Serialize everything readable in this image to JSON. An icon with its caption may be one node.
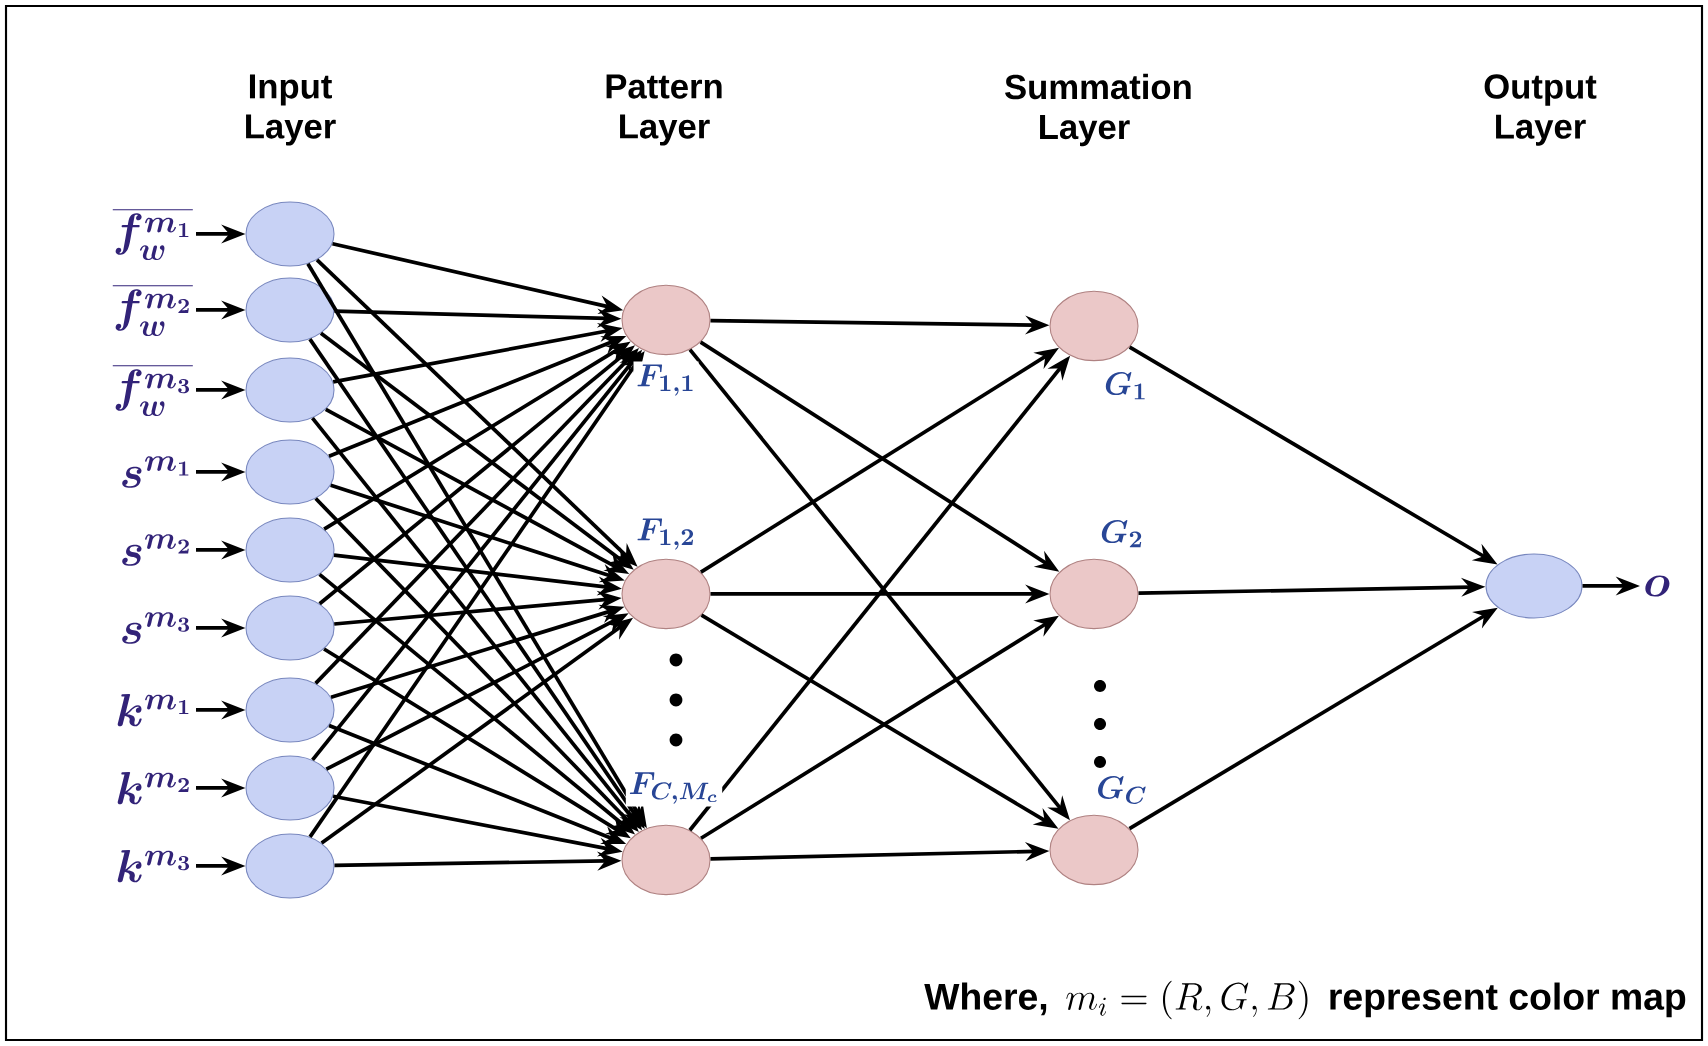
{
  "diagram": {
    "nodes": [
      {
        "text": [
          "\\overline{f_w^{m_1}}"
        ]
      },
      {
        "text": [
          "\\overline{f_w^{m_2}}"
        ]
      },
      {
        "text": [
          "\\overline{f_w^{m_3}}"
        ]
      },
      {
        "text": [
          "s^{m_1}"
        ]
      },
      {
        "text": [
          "s^{m_2}"
        ]
      },
      {
        "text": [
          "s^{m_3}"
        ]
      },
      {
        "text": [
          "k^{m_1}"
        ]
      },
      {
        "text": [
          "k^{m_2}"
        ]
      },
      {
        "text": [
          "k^{m_3}"
        ]
      },
      {
        "text": [],
        "shape": "circle"
      },
      {
        "text": [],
        "shape": "circle"
      },
      {
        "text": [],
        "shape": "circle"
      },
      {
        "text": [],
        "shape": "circle"
      },
      {
        "text": [],
        "shape": "circle"
      },
      {
        "text": [],
        "shape": "circle"
      },
      {
        "text": [],
        "shape": "circle"
      },
      {
        "text": [],
        "shape": "circle"
      },
      {
        "text": [],
        "shape": "circle"
      },
      {
        "text": [],
        "shape": "circle",
        "beside": [
          "F_{1,1}"
        ]
      },
      {
        "text": [],
        "shape": "circle",
        "beside": [
          "F_{1,2}"
        ]
      },
      {
        "text": [],
        "shape": "circle",
        "beside": [
          "F_{C,M_c}"
        ]
      },
      {
        "text": [],
        "shape": "circle",
        "beside": [
          "G_1"
        ]
      },
      {
        "text": [],
        "shape": "circle",
        "beside": [
          "G_2"
        ]
      },
      {
        "text": [],
        "shape": "circle",
        "beside": [
          "G_C"
        ]
      },
      {
        "text": [],
        "shape": "circle"
      },
      {
        "text": [
          "o"
        ]
      }
    ],
    "edges": [
      {
        "from": 0,
        "to": 9,
        "arrow": "to"
      },
      {
        "from": 1,
        "to": 10,
        "arrow": "to"
      },
      {
        "from": 2,
        "to": 11,
        "arrow": "to"
      },
      {
        "from": 3,
        "to": 12,
        "arrow": "to"
      },
      {
        "from": 4,
        "to": 13,
        "arrow": "to"
      },
      {
        "from": 5,
        "to": 14,
        "arrow": "to"
      },
      {
        "from": 6,
        "to": 15,
        "arrow": "to"
      },
      {
        "from": 7,
        "to": 16,
        "arrow": "to"
      },
      {
        "from": 8,
        "to": 17,
        "arrow": "to"
      },
      {
        "from": 9,
        "to": 18,
        "arrow": "to"
      },
      {
        "from": 9,
        "to": 19,
        "arrow": "to"
      },
      {
        "from": 9,
        "to": 20,
        "arrow": "to"
      },
      {
        "from": 10,
        "to": 18,
        "arrow": "to"
      },
      {
        "from": 10,
        "to": 19,
        "arrow": "to"
      },
      {
        "from": 10,
        "to": 20,
        "arrow": "to"
      },
      {
        "from": 11,
        "to": 18,
        "arrow": "to"
      },
      {
        "from": 11,
        "to": 19,
        "arrow": "to"
      },
      {
        "from": 11,
        "to": 20,
        "arrow": "to"
      },
      {
        "from": 12,
        "to": 18,
        "arrow": "to"
      },
      {
        "from": 12,
        "to": 19,
        "arrow": "to"
      },
      {
        "from": 12,
        "to": 20,
        "arrow": "to"
      },
      {
        "from": 13,
        "to": 18,
        "arrow": "to"
      },
      {
        "from": 13,
        "to": 19,
        "arrow": "to"
      },
      {
        "from": 13,
        "to": 20,
        "arrow": "to"
      },
      {
        "from": 14,
        "to": 18,
        "arrow": "to"
      },
      {
        "from": 14,
        "to": 19,
        "arrow": "to"
      },
      {
        "from": 14,
        "to": 20,
        "arrow": "to"
      },
      {
        "from": 15,
        "to": 18,
        "arrow": "to"
      },
      {
        "from": 15,
        "to": 19,
        "arrow": "to"
      },
      {
        "from": 15,
        "to": 20,
        "arrow": "to"
      },
      {
        "from": 16,
        "to": 18,
        "arrow": "to"
      },
      {
        "from": 16,
        "to": 19,
        "arrow": "to"
      },
      {
        "from": 16,
        "to": 20,
        "arrow": "to"
      },
      {
        "from": 17,
        "to": 18,
        "arrow": "to"
      },
      {
        "from": 17,
        "to": 19,
        "arrow": "to"
      },
      {
        "from": 17,
        "to": 20,
        "arrow": "to"
      },
      {
        "from": 18,
        "to": 21,
        "arrow": "to"
      },
      {
        "from": 18,
        "to": 22,
        "arrow": "to"
      },
      {
        "from": 18,
        "to": 23,
        "arrow": "to"
      },
      {
        "from": 19,
        "to": 21,
        "arrow": "to"
      },
      {
        "from": 19,
        "to": 22,
        "arrow": "to"
      },
      {
        "from": 19,
        "to": 23,
        "arrow": "to"
      },
      {
        "from": 20,
        "to": 21,
        "arrow": "to"
      },
      {
        "from": 20,
        "to": 22,
        "arrow": "to"
      },
      {
        "from": 20,
        "to": 23,
        "arrow": "to"
      },
      {
        "from": 21,
        "to": 24,
        "arrow": "to"
      },
      {
        "from": 22,
        "to": 24,
        "arrow": "to"
      },
      {
        "from": 23,
        "to": 24,
        "arrow": "to"
      },
      {
        "from": 24,
        "to": 25,
        "arrow": "to"
      }
    ],
    "labels": [
      "Input Layer",
      "Pattern Layer",
      "Summation Layer",
      "Output Layer",
      "Where,",
      "m_i = (R, G, B)",
      "represent color map"
    ]
  }
}
